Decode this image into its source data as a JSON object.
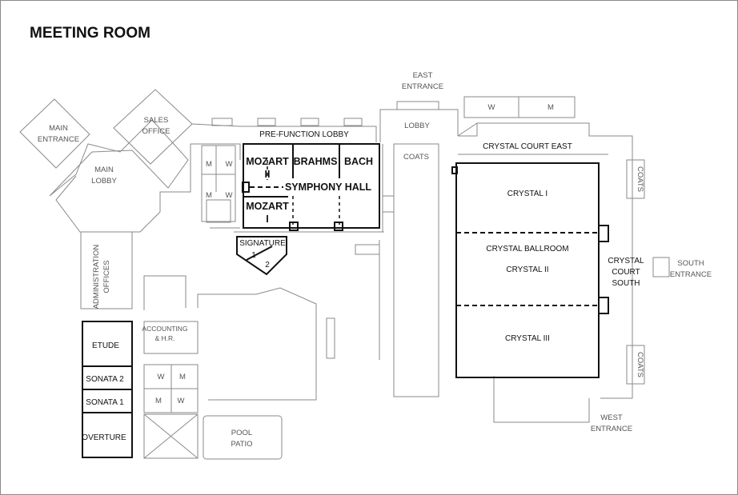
{
  "title": "MEETING ROOM",
  "labels": {
    "main_entrance": [
      "MAIN",
      "ENTRANCE"
    ],
    "sales_office": [
      "SALES",
      "OFFICE"
    ],
    "main_lobby": [
      "MAIN",
      "LOBBY"
    ],
    "pre_function_lobby": "PRE-FUNCTION LOBBY",
    "mozart_ii": [
      "MOZART",
      "II"
    ],
    "brahms": "BRAHMS",
    "bach": "BACH",
    "symphony_hall": "SYMPHONY HALL",
    "mozart_i": [
      "MOZART",
      "I"
    ],
    "signature": "SIGNATURE",
    "signature_1": "1",
    "signature_2": "2",
    "east_entrance": [
      "EAST",
      "ENTRANCE"
    ],
    "lobby": "LOBBY",
    "coats_center": "COATS",
    "crystal_court_east": "CRYSTAL COURT EAST",
    "crystal_i": "CRYSTAL I",
    "crystal_ballroom": "CRYSTAL BALLROOM",
    "crystal_ii": "CRYSTAL II",
    "crystal_iii": "CRYSTAL III",
    "crystal_court_south": [
      "CRYSTAL",
      "COURT",
      "SOUTH"
    ],
    "south_entrance": [
      "SOUTH",
      "ENTRANCE"
    ],
    "coats_right_top": "COATS",
    "coats_right_bottom": "COATS",
    "west_entrance": [
      "WEST",
      "ENTRANCE"
    ],
    "administration_offices": [
      "ADMINISTRATION",
      "OFFICES"
    ],
    "accounting_hr": [
      "ACCOUNTING",
      "& H.R."
    ],
    "etude": "ETUDE",
    "sonata_2": "SONATA 2",
    "sonata_1": "SONATA 1",
    "overture": "OVERTURE",
    "pool_patio": [
      "POOL",
      "PATIO"
    ],
    "restroom_w": "W",
    "restroom_m": "M"
  }
}
